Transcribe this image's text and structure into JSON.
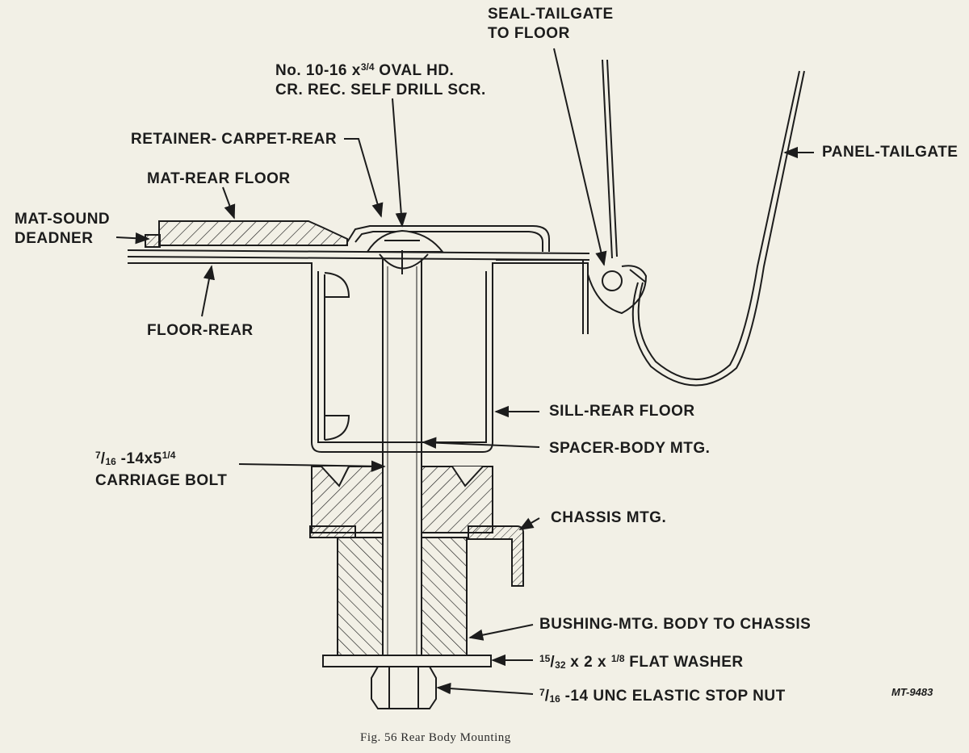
{
  "labels": {
    "seal_line1": "SEAL-TAILGATE",
    "seal_line2": "TO FLOOR",
    "screw_line1": "No. 10-16 x",
    "screw_frac": "3/4",
    "screw_line1_rest": " OVAL HD.",
    "screw_line2": "CR. REC. SELF DRILL SCR.",
    "retainer": "RETAINER- CARPET-REAR",
    "panel": "PANEL-TAILGATE",
    "mat_floor": "MAT-REAR FLOOR",
    "mat_sound_line1": "MAT-SOUND",
    "mat_sound_line2": "DEADNER",
    "floor_rear": "FLOOR-REAR",
    "sill": "SILL-REAR FLOOR",
    "spacer": "SPACER-BODY MTG.",
    "bolt_frac_num": "7",
    "bolt_frac_den": "16",
    "bolt_line1_rest": " -14x5",
    "bolt_line1_frac": "1/4",
    "bolt_line2": "CARRIAGE BOLT",
    "chassis": "CHASSIS MTG.",
    "bushing": "BUSHING-MTG. BODY TO CHASSIS",
    "washer_num": "15",
    "washer_den": "32",
    "washer_rest": " x 2 x ",
    "washer_frac": "1/8",
    "washer_rest2": " FLAT WASHER",
    "nut_num": "7",
    "nut_den": "16",
    "nut_rest": " -14 UNC ELASTIC STOP NUT"
  },
  "drawing_code": "MT-9483",
  "caption": "Fig. 56   Rear Body Mounting",
  "colors": {
    "paper": "#f2f0e6",
    "ink": "#1c1c1c"
  }
}
